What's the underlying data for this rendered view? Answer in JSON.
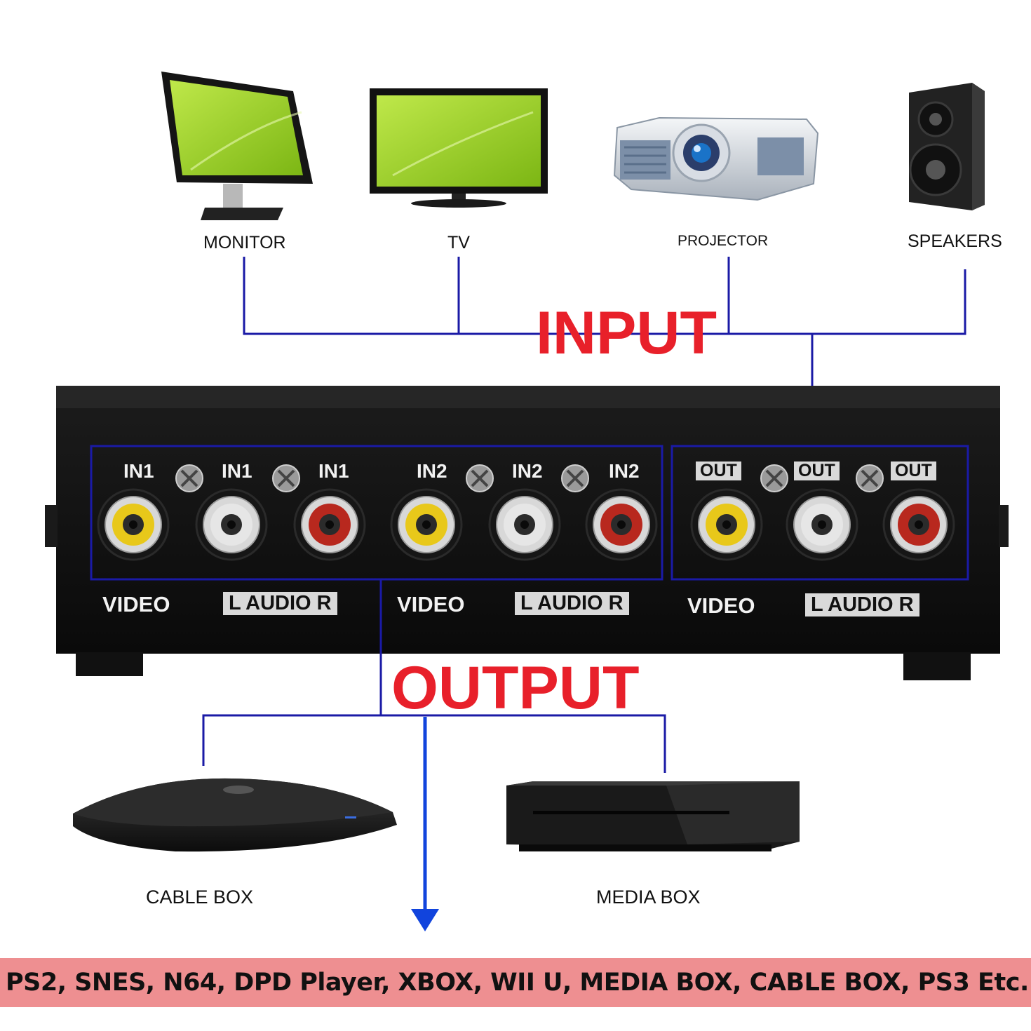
{
  "devices_top": {
    "monitor": "MONITOR",
    "tv": "TV",
    "projector": "PROJECTOR",
    "speakers": "SPEAKERS"
  },
  "headings": {
    "input": "INPUT",
    "output": "OUTPUT"
  },
  "ports": {
    "in1": "IN1",
    "in2": "IN2",
    "out": "OUT",
    "video": "VIDEO",
    "audio": "L  AUDIO R"
  },
  "devices_bottom": {
    "cable_box": "CABLE BOX",
    "media_box": "MEDIA BOX"
  },
  "footer": {
    "text": "PS2,   SNES,   N64,  DPD Player,   XBOX,  WII U,  MEDIA BOX,   CABLE BOX,   PS3 Etc...."
  },
  "colors": {
    "connector_line": "#1a1aa6",
    "heading_red": "#e8202a",
    "arrow_blue": "#1144dd",
    "footer_bg": "#ee8f91",
    "rca_yellow": "#e8c81a",
    "rca_white": "#e6e6e6",
    "rca_red": "#b8281e"
  }
}
